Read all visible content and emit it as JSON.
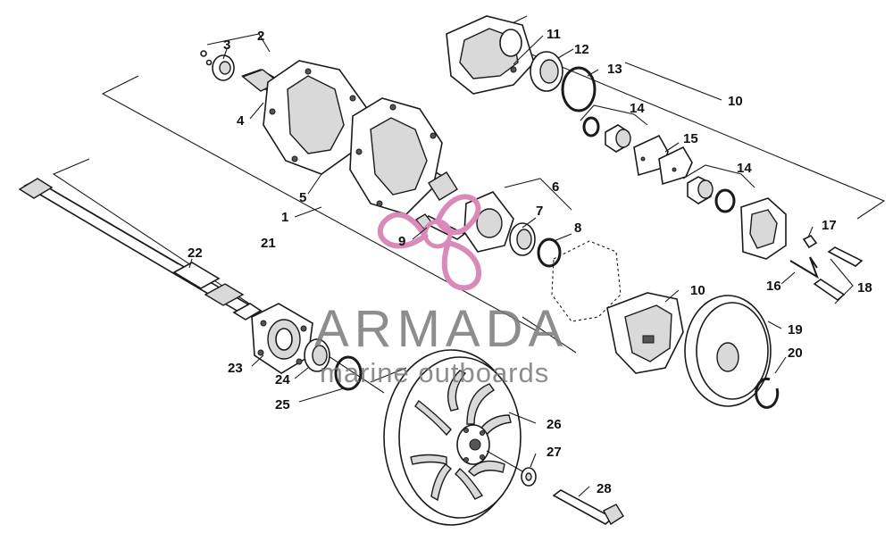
{
  "watermark": {
    "brand": "ARMADA",
    "tagline": "marine outboards",
    "logo_color": "#d98ab8",
    "text_color": "#7a7a7a"
  },
  "callouts": {
    "c1": "1",
    "c2": "2",
    "c3": "3",
    "c4": "4",
    "c5": "5",
    "c6": "6",
    "c7": "7",
    "c8": "8",
    "c9": "9",
    "c10a": "10",
    "c10b": "10",
    "c11": "11",
    "c12": "12",
    "c13": "13",
    "c14a": "14",
    "c14b": "14",
    "c15": "15",
    "c16": "16",
    "c17": "17",
    "c18": "18",
    "c19": "19",
    "c20": "20",
    "c21": "21",
    "c22": "22",
    "c23": "23",
    "c24": "24",
    "c25": "25",
    "c26": "26",
    "c27": "27",
    "c28": "28"
  }
}
